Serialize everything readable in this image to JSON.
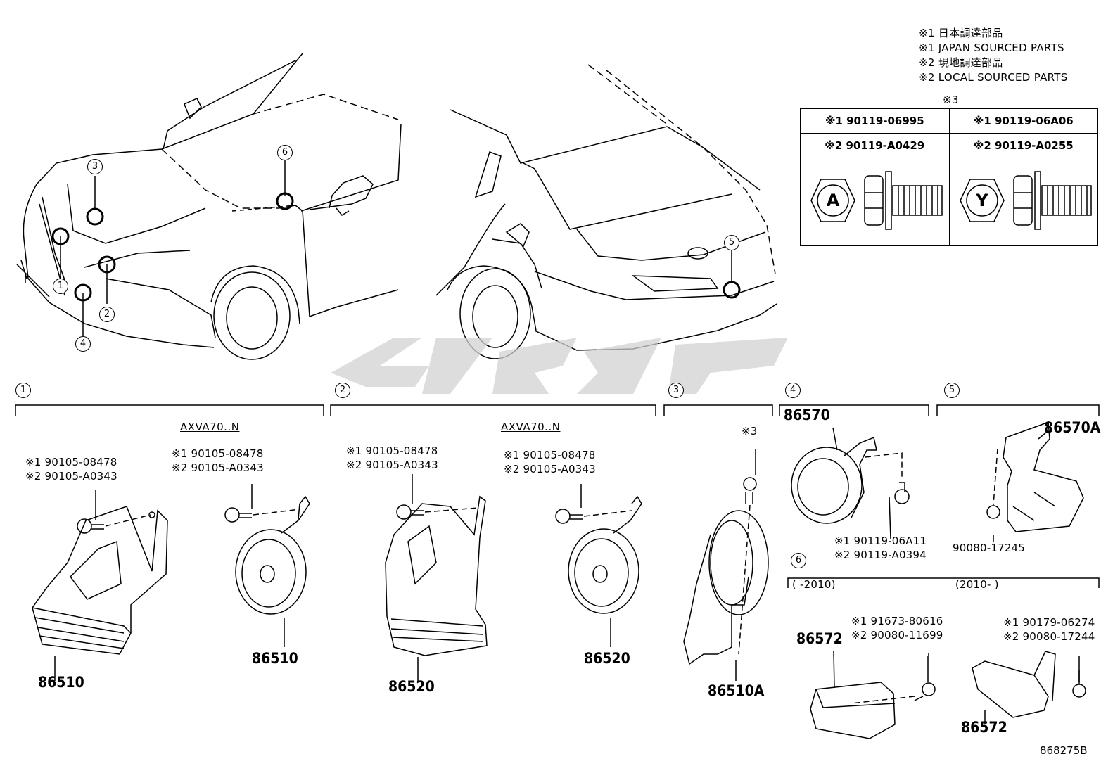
{
  "legend": [
    "※1 日本調達部品",
    "※1 JAPAN SOURCED PARTS",
    "※2 現地調達部品",
    "※2 LOCAL SOURCED PARTS"
  ],
  "table": {
    "title": "※3",
    "row1": [
      "※1 90119-06995",
      "※1 90119-06A06"
    ],
    "row2": [
      "※2 90119-A0429",
      "※2 90119-A0255"
    ],
    "bolt_marks": [
      "A",
      "Y"
    ]
  },
  "car_callouts": [
    "1",
    "2",
    "3",
    "4",
    "5",
    "6"
  ],
  "sections": {
    "s1": {
      "num": "1",
      "model": "AXVA70..N",
      "a1": "※1 90105-08478",
      "a2": "※2 90105-A0343",
      "b1": "※1 90105-08478",
      "b2": "※2 90105-A0343",
      "partA": "86510",
      "partB": "86510"
    },
    "s2": {
      "num": "2",
      "model": "AXVA70..N",
      "a1": "※1 90105-08478",
      "a2": "※2 90105-A0343",
      "b1": "※1 90105-08478",
      "b2": "※2 90105-A0343",
      "partA": "86520",
      "partB": "86520"
    },
    "s3": {
      "num": "3",
      "bolt": "※3",
      "part": "86510A"
    },
    "s4": {
      "num": "4",
      "part": "86570",
      "b1": "※1 90119-06A11",
      "b2": "※2 90119-A0394"
    },
    "s5": {
      "num": "5",
      "part": "86570A",
      "bolt": "90080-17245"
    },
    "s6": {
      "num": "6",
      "range1": "(      -2010)",
      "range2": "(2010-      )",
      "a1": "※1 91673-80616",
      "a2": "※2 90080-11699",
      "b1": "※1 90179-06274",
      "b2": "※2 90080-17244",
      "partA": "86572",
      "partB": "86572"
    }
  },
  "figure_id": "868275B"
}
